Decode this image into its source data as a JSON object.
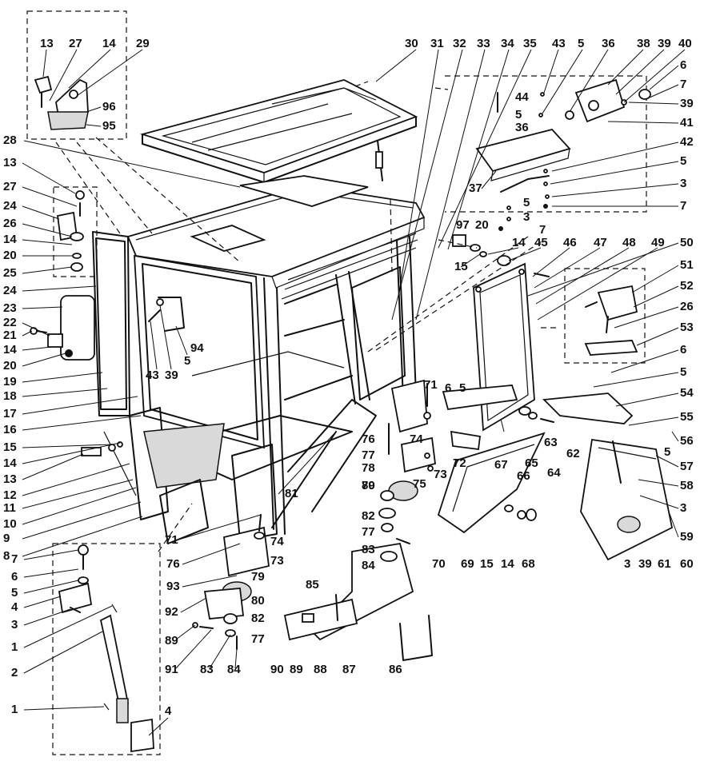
{
  "diagram": {
    "part_numbers": [
      "1",
      "2",
      "3",
      "4",
      "5",
      "6",
      "7",
      "8",
      "9",
      "10",
      "11",
      "12",
      "13",
      "14",
      "15",
      "16",
      "17",
      "18",
      "19",
      "20",
      "21",
      "22",
      "23",
      "24",
      "25",
      "26",
      "27",
      "28",
      "29",
      "30",
      "31",
      "32",
      "33",
      "34",
      "35",
      "36",
      "37",
      "38",
      "39",
      "40",
      "41",
      "42",
      "43",
      "44",
      "45",
      "46",
      "47",
      "48",
      "49",
      "50",
      "51",
      "52",
      "53",
      "54",
      "55",
      "56",
      "57",
      "58",
      "59",
      "60",
      "61",
      "62",
      "63",
      "64",
      "65",
      "66",
      "67",
      "68",
      "69",
      "70",
      "71",
      "72",
      "73",
      "74",
      "75",
      "76",
      "77",
      "78",
      "79",
      "80",
      "81",
      "82",
      "83",
      "84",
      "85",
      "86",
      "87",
      "88",
      "89",
      "90",
      "91",
      "92",
      "93",
      "94",
      "95",
      "96",
      "97"
    ]
  }
}
